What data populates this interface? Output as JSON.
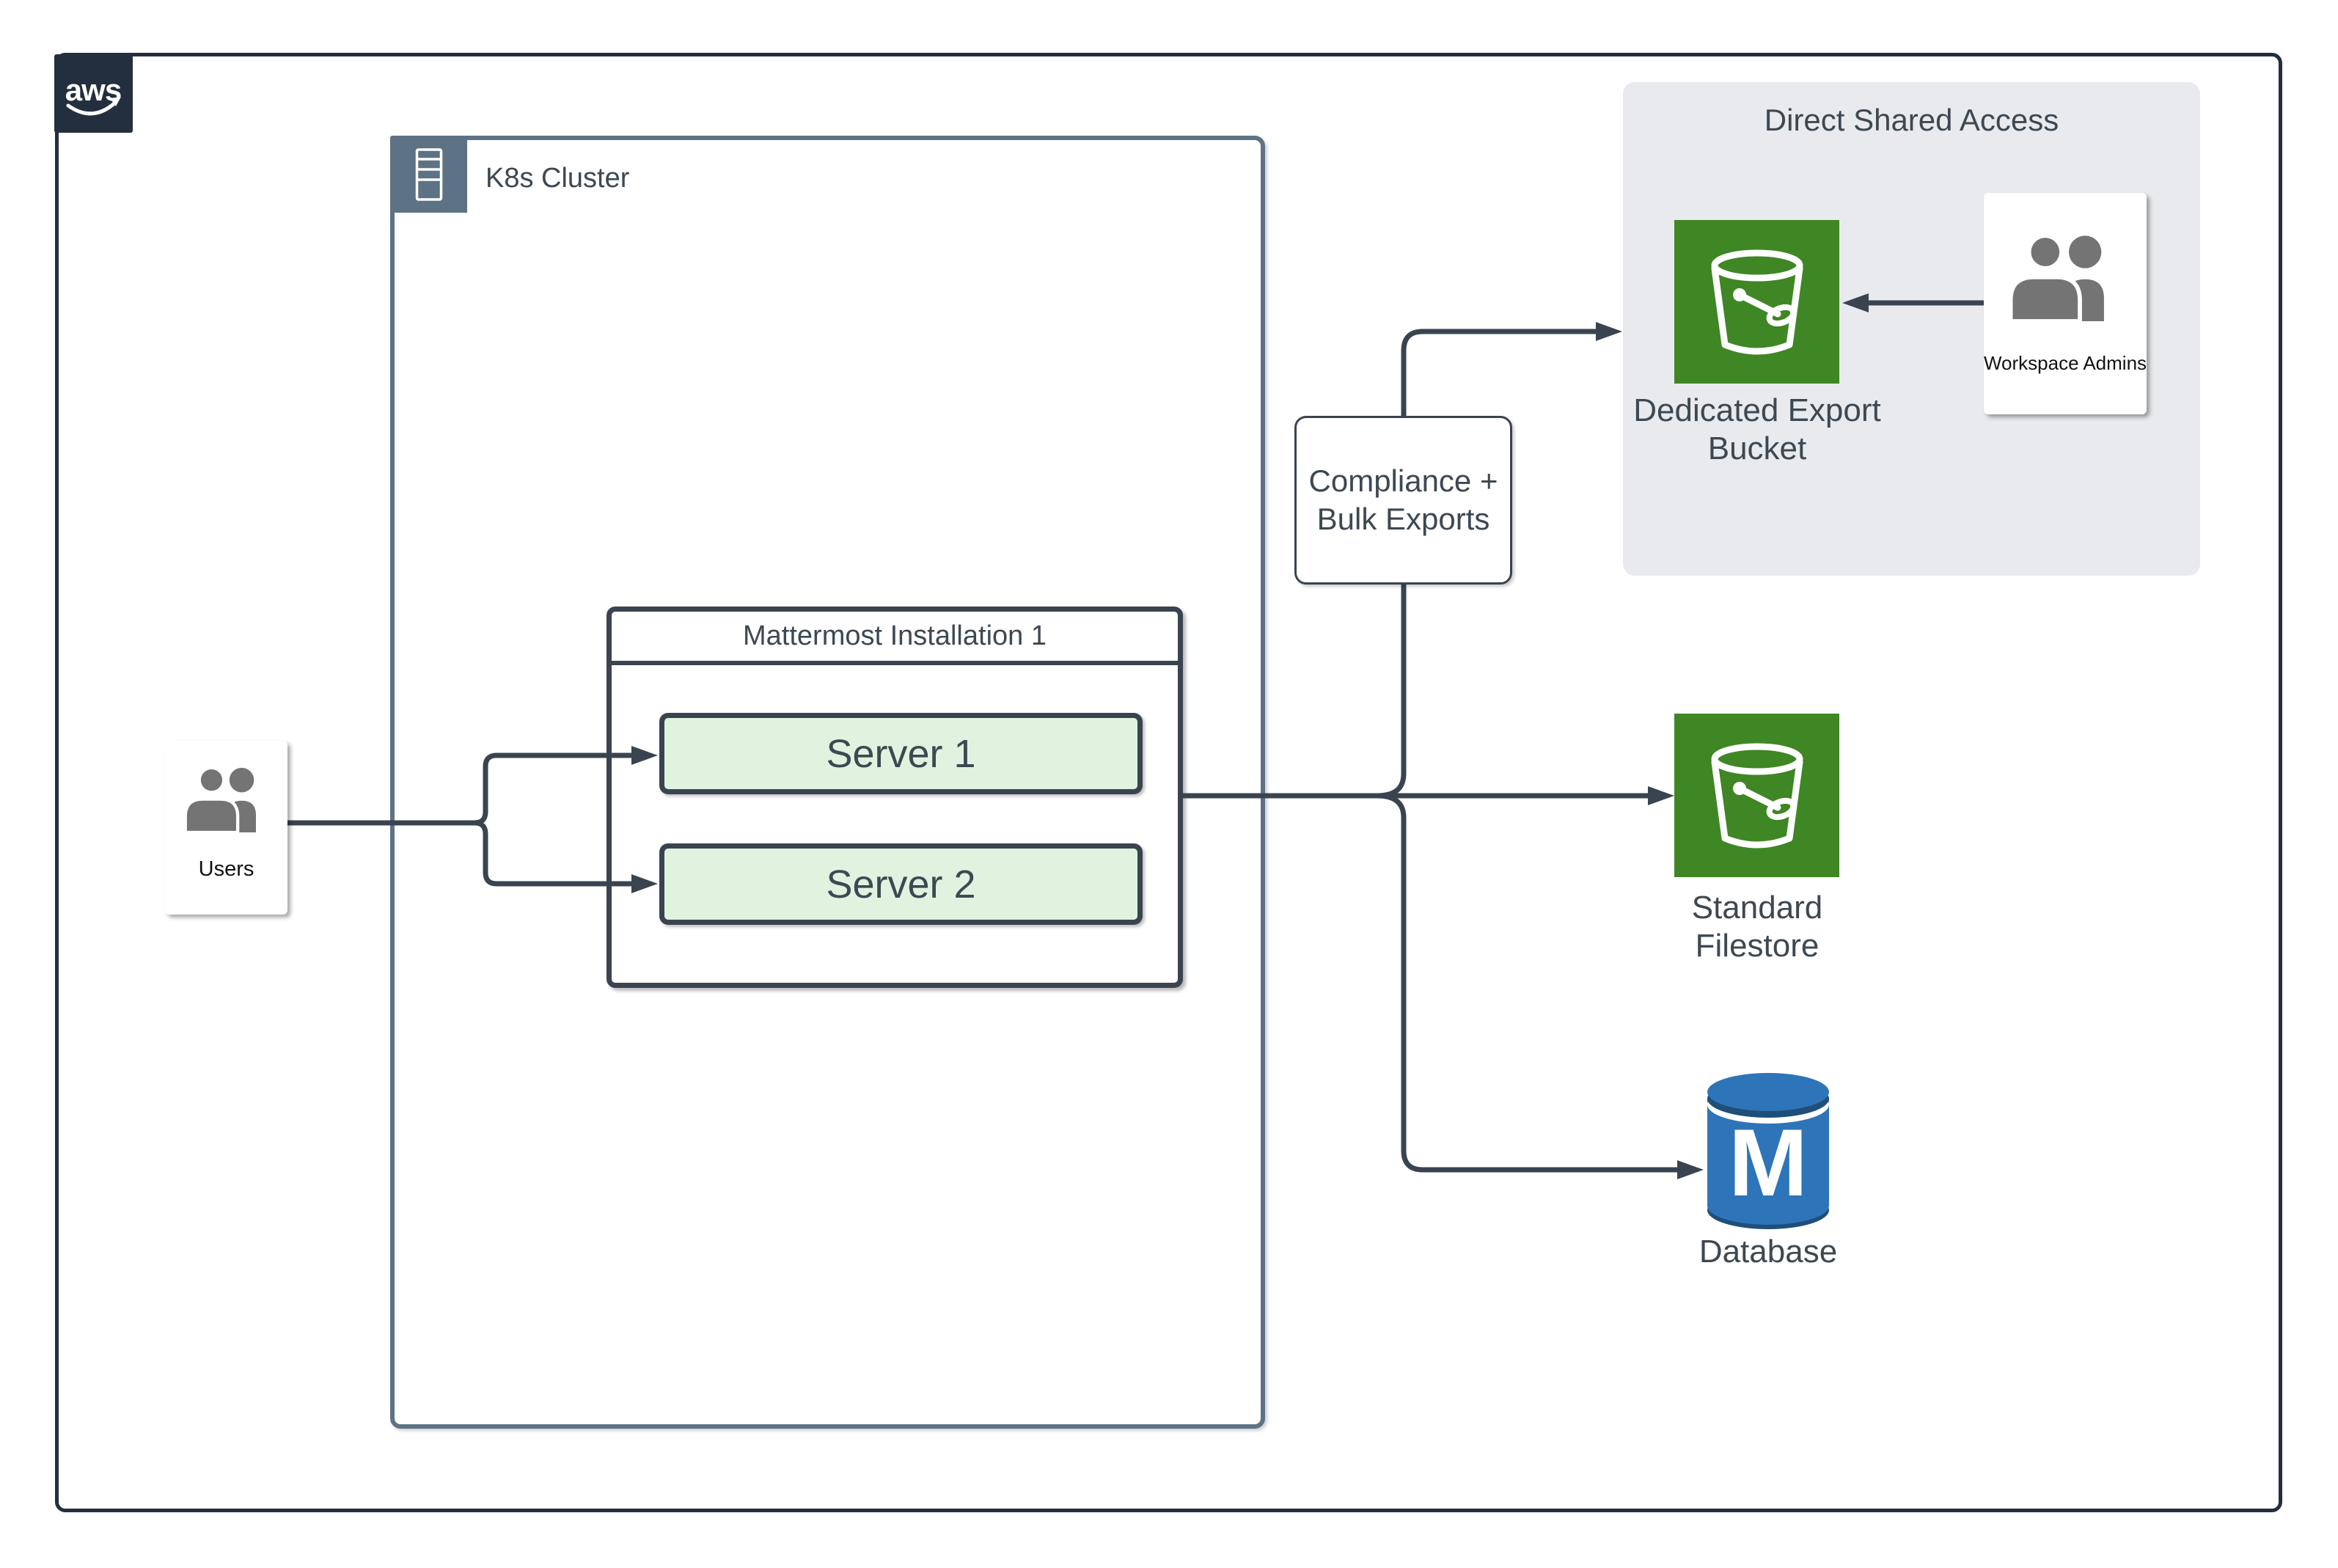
{
  "aws_logo": {
    "text": "aws"
  },
  "k8s_cluster": {
    "title": "K8s Cluster"
  },
  "mattermost": {
    "title": "Mattermost Installation 1",
    "servers": [
      {
        "label": "Server 1"
      },
      {
        "label": "Server 2"
      }
    ]
  },
  "users_card": {
    "label": "Users"
  },
  "compliance_node": {
    "lines": [
      "Compliance +",
      "Bulk Exports"
    ]
  },
  "direct_shared_access_panel": {
    "title": "Direct Shared Access",
    "dedicated_export_bucket": {
      "label_lines": [
        "Dedicated Export",
        "Bucket"
      ]
    },
    "workspace_admins_card": {
      "label": "Workspace Admins"
    }
  },
  "standard_filestore": {
    "label_lines": [
      "Standard",
      "Filestore"
    ]
  },
  "database": {
    "label": "Database",
    "monogram": "M"
  },
  "colors": {
    "aws_navy": "#232F3E",
    "k8s_slate": "#5D7285",
    "connector_dark": "#3A4450",
    "server_green_fill": "#DFF3DF",
    "s3_green": "#3F8624",
    "database_blue": "#2E74B8",
    "database_navy": "#1F4E79",
    "panel_gray": "#E9EAEE",
    "people_gray": "#747474",
    "text_dark": "#3D4852"
  }
}
